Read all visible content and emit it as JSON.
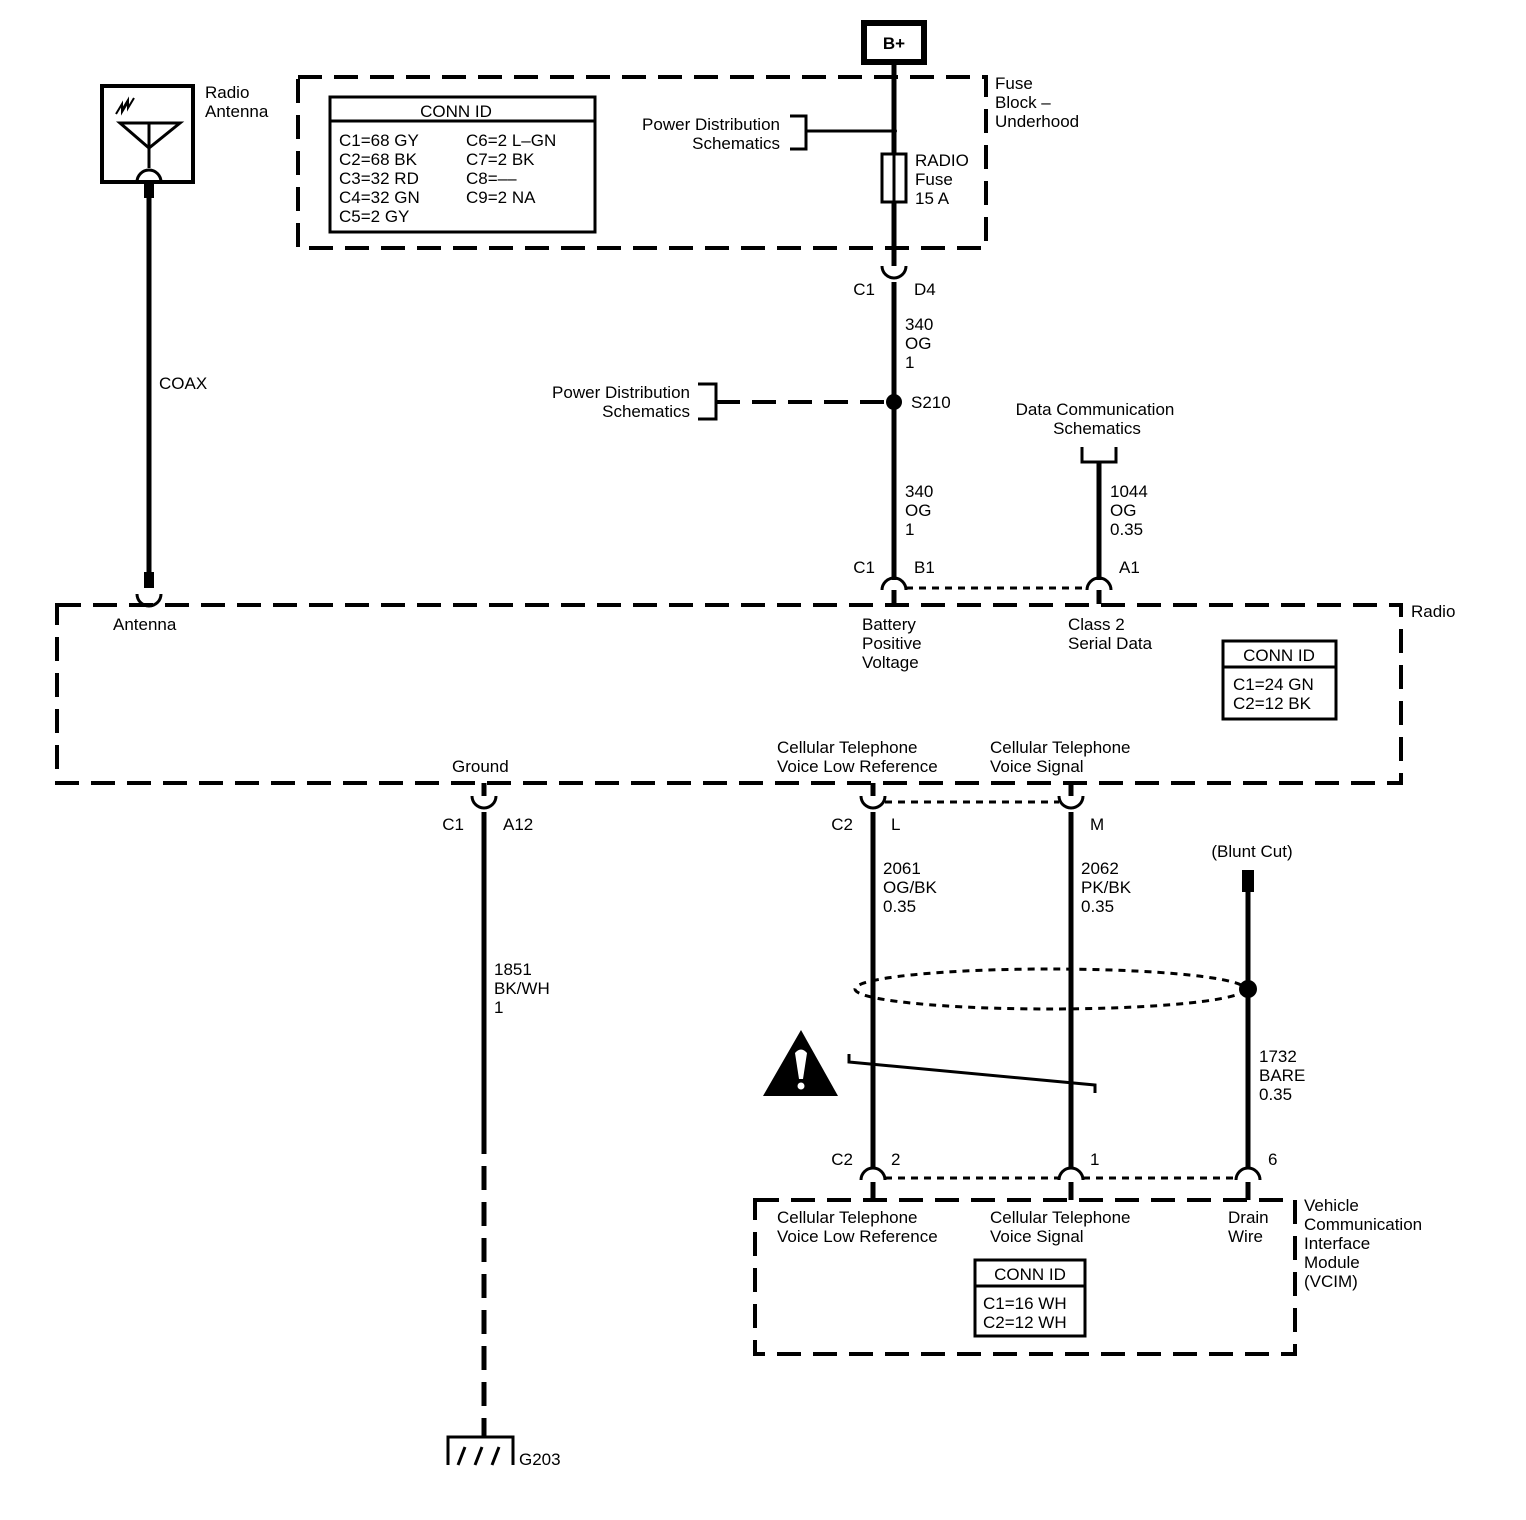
{
  "battery": {
    "label": "B+"
  },
  "fuse_block": {
    "label": [
      "Fuse",
      "Block –",
      "Underhood"
    ],
    "power_dist": [
      "Power Distribution",
      "Schematics"
    ],
    "fuse": [
      "RADIO",
      "Fuse",
      "15 A"
    ],
    "conn_id": {
      "title": "CONN ID",
      "left": [
        "C1=68 GY",
        "C2=68 BK",
        "C3=32 RD",
        "C4=32 GN",
        "C5=2 GY"
      ],
      "right": [
        "C6=2 L–GN",
        "C7=2 BK",
        "C8=––",
        "C9=2 NA"
      ]
    }
  },
  "antenna": {
    "label": [
      "Radio",
      "Antenna"
    ],
    "coax": "COAX"
  },
  "wire_340_top": {
    "conn": "C1",
    "pin": "D4",
    "lines": [
      "340",
      "OG",
      "1"
    ]
  },
  "splice": {
    "label": "S210",
    "power_dist": [
      "Power Distribution",
      "Schematics"
    ]
  },
  "wire_340_bottom": {
    "conn": "C1",
    "pin": "B1",
    "lines": [
      "340",
      "OG",
      "1"
    ]
  },
  "data_comm": {
    "label": [
      "Data Communication",
      "Schematics"
    ],
    "pin": "A1",
    "lines": [
      "1044",
      "OG",
      "0.35"
    ]
  },
  "radio": {
    "label": "Radio",
    "antenna": "Antenna",
    "battery": [
      "Battery",
      "Positive",
      "Voltage"
    ],
    "class2": [
      "Class 2",
      "Serial Data"
    ],
    "ground": "Ground",
    "cell_low": [
      "Cellular Telephone",
      "Voice Low Reference"
    ],
    "cell_sig": [
      "Cellular Telephone",
      "Voice Signal"
    ],
    "conn_id": {
      "title": "CONN ID",
      "rows": [
        "C1=24 GN",
        "C2=12 BK"
      ]
    }
  },
  "ground_wire": {
    "conn": "C1",
    "pin": "A12",
    "lines": [
      "1851",
      "BK/WH",
      "1"
    ],
    "ground_label": "G203"
  },
  "wire_2061": {
    "conn": "C2",
    "pin": "L",
    "lines": [
      "2061",
      "OG/BK",
      "0.35"
    ],
    "vcim_conn": "C2",
    "vcim_pin": "2"
  },
  "wire_2062": {
    "pin": "M",
    "lines": [
      "2062",
      "PK/BK",
      "0.35"
    ],
    "vcim_pin": "1"
  },
  "drain": {
    "blunt": "(Blunt Cut)",
    "lines": [
      "1732",
      "BARE",
      "0.35"
    ],
    "vcim_pin": "6"
  },
  "vcim": {
    "label": [
      "Vehicle",
      "Communication",
      "Interface",
      "Module",
      "(VCIM)"
    ],
    "cell_low": [
      "Cellular Telephone",
      "Voice Low Reference"
    ],
    "cell_sig": [
      "Cellular Telephone",
      "Voice Signal"
    ],
    "drain": [
      "Drain",
      "Wire"
    ],
    "conn_id": {
      "title": "CONN ID",
      "rows": [
        "C1=16 WH",
        "C2=12 WH"
      ]
    }
  }
}
